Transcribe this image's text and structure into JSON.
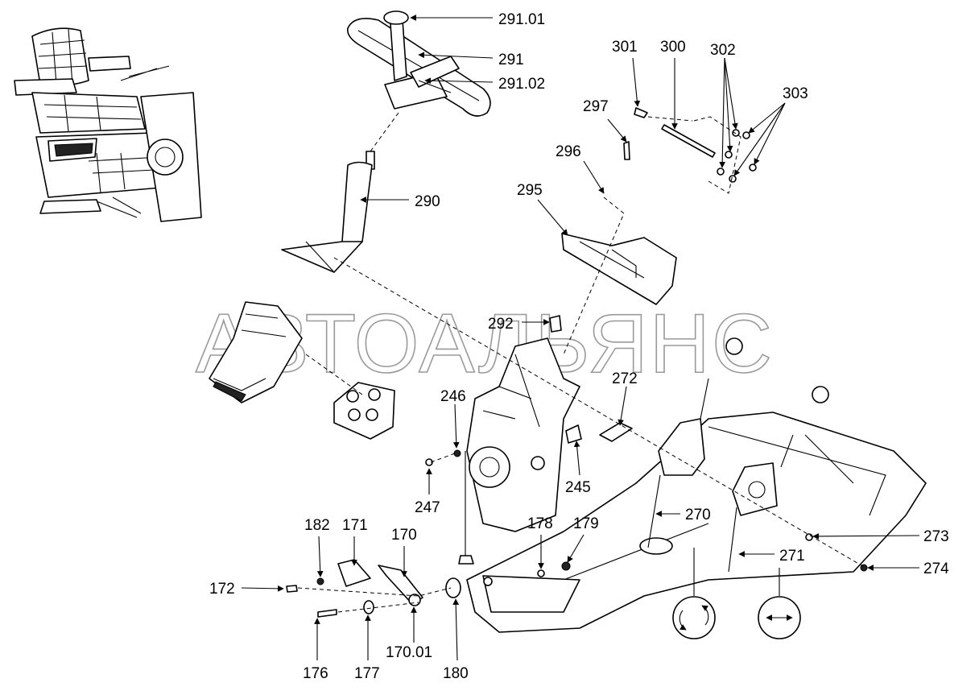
{
  "watermark": "АВТОАЛЬЯНС",
  "labels": {
    "l291_01": "291.01",
    "l291": "291",
    "l291_02": "291.02",
    "l290": "290",
    "l301": "301",
    "l300": "300",
    "l302": "302",
    "l303": "303",
    "l297": "297",
    "l296": "296",
    "l295": "295",
    "l292": "292",
    "l272": "272",
    "l246": "246",
    "l247": "247",
    "l245": "245",
    "l270": "270",
    "l271": "271",
    "l273": "273",
    "l274": "274",
    "l178": "178",
    "l179": "179",
    "l182": "182",
    "l171": "171",
    "l170": "170",
    "l172": "172",
    "l170_01": "170.01",
    "l176": "176",
    "l177": "177",
    "l180": "180"
  },
  "icons": {
    "rotation": "rotation-arrows-icon",
    "linear": "double-arrow-icon"
  }
}
